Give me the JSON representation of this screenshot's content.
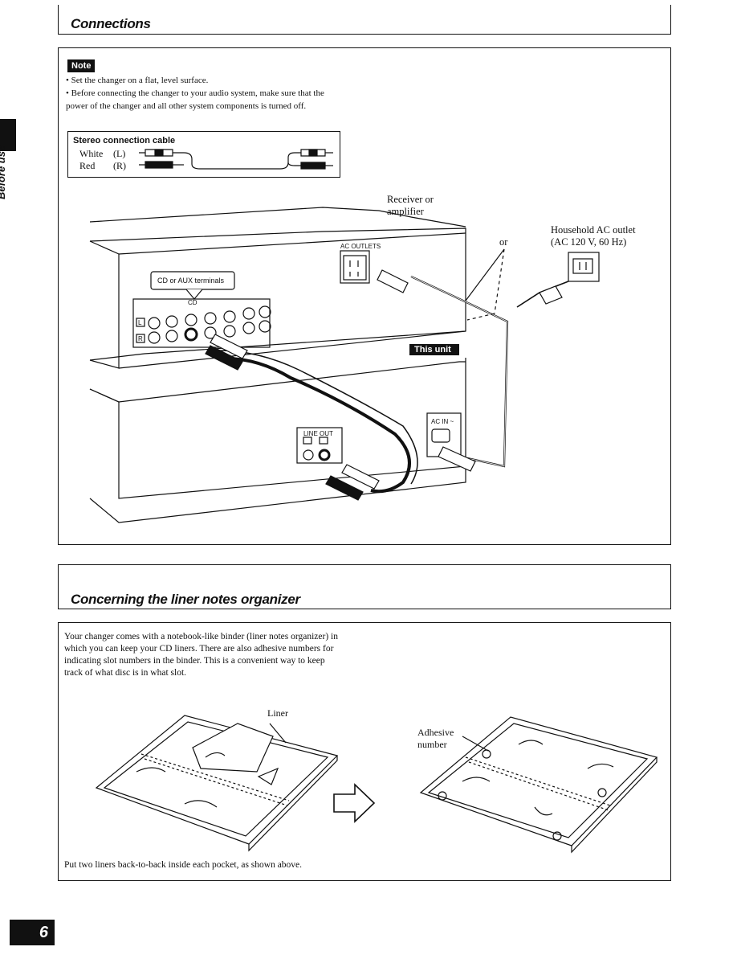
{
  "connections": {
    "title": "Connections",
    "note_label": "Note",
    "notes": [
      "Set the changer on a flat, level surface.",
      "Before connecting the changer to your audio system, make sure that the power of the changer and all other system components is turned off."
    ],
    "cable_box": {
      "title": "Stereo connection cable",
      "white": "White",
      "white_ch": "(L)",
      "red": "Red",
      "red_ch": "(R)"
    },
    "diagram": {
      "receiver": "Receiver or amplifier",
      "or": "or",
      "household_outlet": "Household AC outlet",
      "outlet_spec": "(AC 120 V, 60 Hz)",
      "ac_outlets": "AC OUTLETS",
      "cd_aux": "CD or AUX terminals",
      "cd": "CD",
      "L": "L",
      "R": "R",
      "this_unit": "This unit",
      "line_out": "LINE OUT",
      "ac_in": "AC IN ~"
    }
  },
  "liner": {
    "title": "Concerning the liner notes organizer",
    "body": "Your changer comes with a notebook-like binder (liner notes organizer) in which you can keep your CD liners. There are also adhesive numbers for indicating slot numbers in the binder. This is a convenient way to keep track of what disc is in what slot.",
    "liner_label": "Liner",
    "adhesive_label": "Adhesive number",
    "caption": "Put two liners back-to-back inside each pocket, as shown above."
  },
  "side_label": "Before use",
  "page_number": "6"
}
